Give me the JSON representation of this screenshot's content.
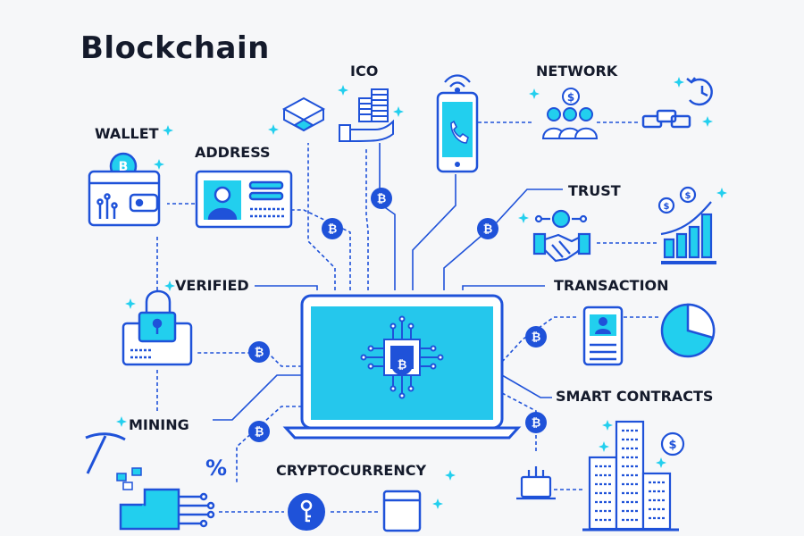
{
  "title": "Blockchain",
  "labels": {
    "ico": "ICO",
    "network": "NETWORK",
    "wallet": "WALLET",
    "address": "ADDRESS",
    "trust": "TRUST",
    "verified": "VERIFIED",
    "transaction": "TRANSACTION",
    "smart_contracts": "SMART CONTRACTS",
    "mining": "MINING",
    "cryptocurrency": "CRYPTOCURRENCY"
  },
  "symbols": {
    "bitcoin": "B",
    "percent": "%",
    "dollar": "$"
  },
  "colors": {
    "primary": "#1f52d9",
    "accent": "#22cfee",
    "screen": "#25c7ec",
    "dark_text": "#141a2b",
    "background": "#f6f7f9"
  },
  "icons": [
    "blocks-icon",
    "coins-hand-icon",
    "smartphone-icon",
    "wifi-icon",
    "people-dollar-icon",
    "chain-icon",
    "clock-history-icon",
    "wallet-icon",
    "id-card-icon",
    "handshake-icon",
    "growth-chart-icon",
    "padlock-card-icon",
    "pickaxe-icon",
    "circuit-block-icon",
    "key-icon",
    "browser-window-icon",
    "laptop-icon",
    "buildings-icon",
    "pie-chart-icon",
    "profile-card-icon",
    "bitcoin-chip-icon"
  ]
}
